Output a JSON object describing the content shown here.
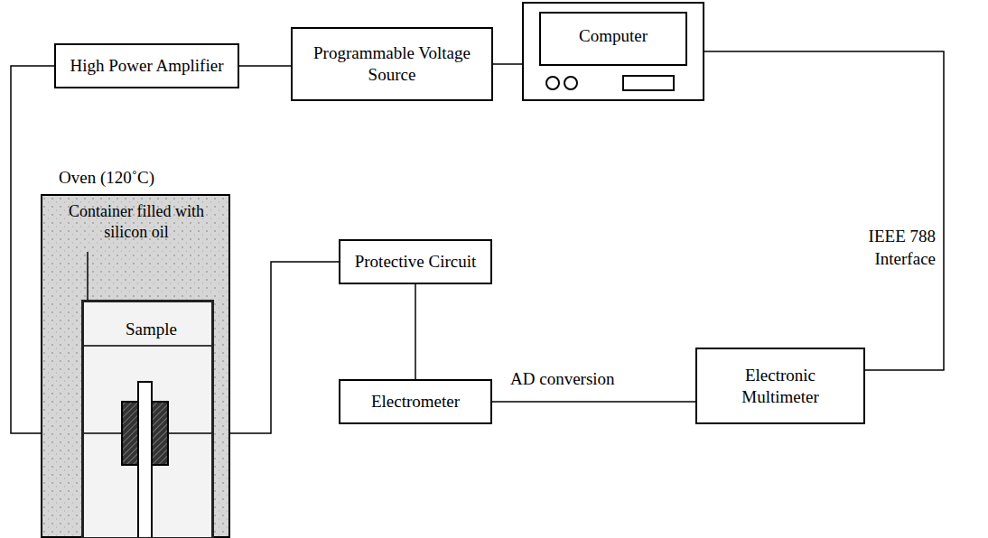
{
  "diagram": {
    "nodes": [
      {
        "text": [
          "High Power Amplifier"
        ]
      },
      {
        "text": [
          "Programmable Voltage Source"
        ]
      },
      {
        "text": [
          "Computer"
        ]
      },
      {
        "text": [
          "Oven (120˚C)",
          "Container filled with silicon oil"
        ]
      },
      {
        "text": [
          "Sample"
        ],
        "in": 3
      },
      {
        "text": [
          "Protective Circuit"
        ]
      },
      {
        "text": [
          "Electrometer"
        ]
      },
      {
        "text": [
          "Electronic Multimeter"
        ]
      }
    ],
    "edges": [
      {
        "from": 0,
        "to": 1,
        "arrow": "none"
      },
      {
        "from": 1,
        "to": 2,
        "arrow": "none"
      },
      {
        "from": 2,
        "to": 7,
        "arrow": "none",
        "label": "IEEE 788 Interface"
      },
      {
        "from": 0,
        "to": 4,
        "arrow": "none"
      },
      {
        "from": 4,
        "to": 5,
        "arrow": "none"
      },
      {
        "from": 5,
        "to": 6,
        "arrow": "none"
      },
      {
        "from": 6,
        "to": 7,
        "arrow": "none",
        "label": "AD conversion"
      }
    ]
  }
}
